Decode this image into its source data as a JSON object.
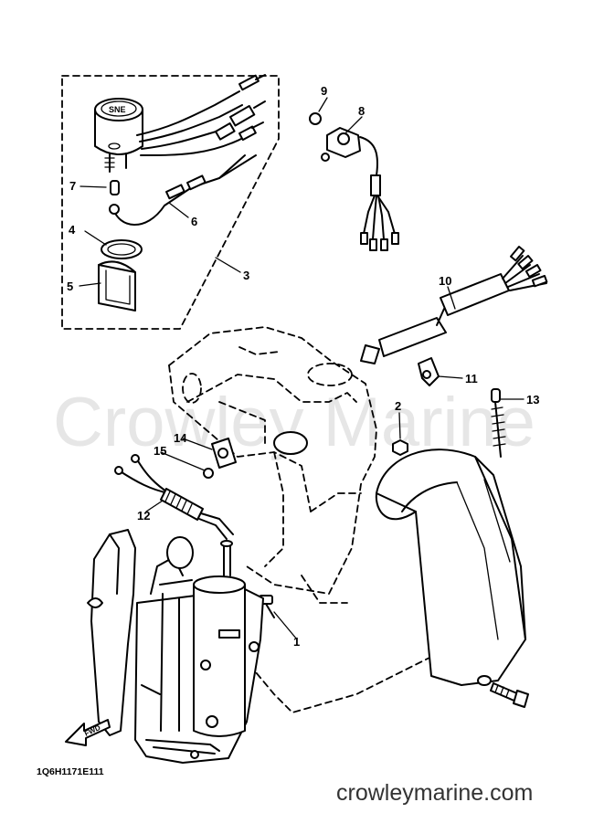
{
  "watermark": "Crowley Marine",
  "website": "crowleymarine.com",
  "part_code": "1Q6H1171E111",
  "fwd_label": "FWD",
  "callouts": [
    {
      "id": "1",
      "label": "1"
    },
    {
      "id": "2",
      "label": "2"
    },
    {
      "id": "3",
      "label": "3"
    },
    {
      "id": "4",
      "label": "4"
    },
    {
      "id": "5",
      "label": "5"
    },
    {
      "id": "6",
      "label": "6"
    },
    {
      "id": "7",
      "label": "7"
    },
    {
      "id": "8",
      "label": "8"
    },
    {
      "id": "9",
      "label": "9"
    },
    {
      "id": "10",
      "label": "10"
    },
    {
      "id": "11",
      "label": "11"
    },
    {
      "id": "12",
      "label": "12"
    },
    {
      "id": "13",
      "label": "13"
    },
    {
      "id": "14",
      "label": "14"
    },
    {
      "id": "15",
      "label": "15"
    }
  ]
}
